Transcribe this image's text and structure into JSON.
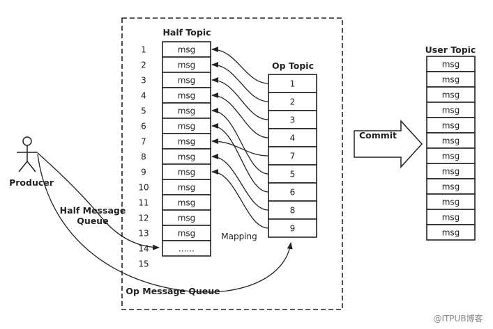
{
  "half_topic": {
    "title": "Half Topic",
    "row_numbers": [
      "1",
      "2",
      "3",
      "4",
      "5",
      "6",
      "7",
      "8",
      "9",
      "10",
      "11",
      "12",
      "13",
      "14",
      "15"
    ],
    "cells": [
      "msg",
      "msg",
      "msg",
      "msg",
      "msg",
      "msg",
      "msg",
      "msg",
      "msg",
      "msg",
      "msg",
      "msg",
      "msg",
      "......"
    ]
  },
  "op_topic": {
    "title": "Op Topic",
    "cells": [
      "1",
      "2",
      "3",
      "4",
      "7",
      "5",
      "6",
      "8",
      "9"
    ]
  },
  "user_topic": {
    "title": "User Topic",
    "cells": [
      "msg",
      "msg",
      "msg",
      "msg",
      "msg",
      "msg",
      "msg",
      "msg",
      "msg",
      "msg",
      "msg",
      "msg"
    ]
  },
  "labels": {
    "producer": "Producer",
    "half_message_queue_line1": "Half Message",
    "half_message_queue_line2": "Queue",
    "mapping": "Mapping",
    "op_message_queue": "Op Message Queue",
    "commit": "Commit",
    "watermark": "@ITPUB博客"
  },
  "mapping_links": [
    {
      "op": "1",
      "half": 1
    },
    {
      "op": "2",
      "half": 2
    },
    {
      "op": "3",
      "half": 3
    },
    {
      "op": "4",
      "half": 4
    },
    {
      "op": "7",
      "half": 7
    },
    {
      "op": "5",
      "half": 5
    },
    {
      "op": "6",
      "half": 6
    },
    {
      "op": "8",
      "half": 8
    },
    {
      "op": "9",
      "half": 9
    }
  ]
}
